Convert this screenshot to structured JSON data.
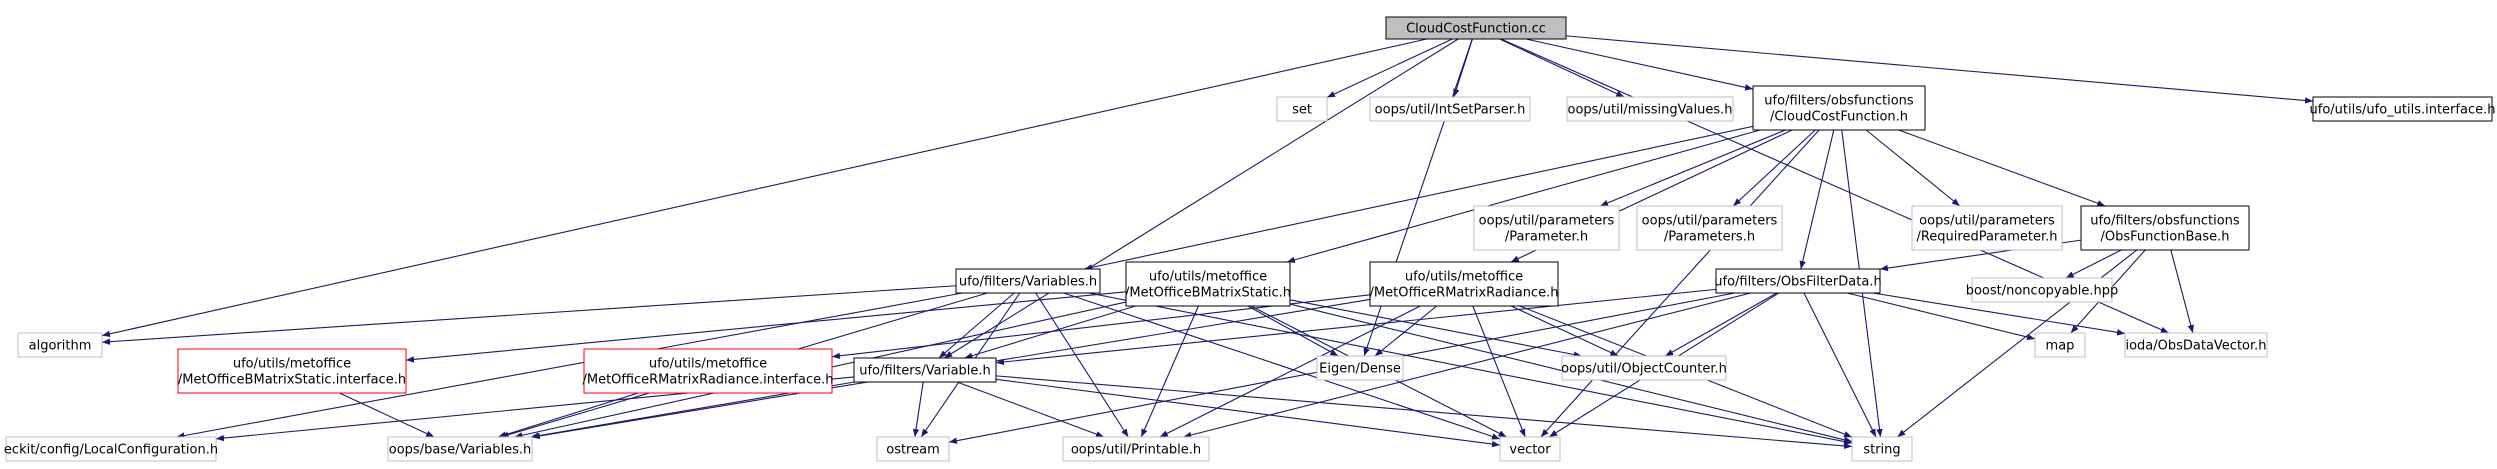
{
  "diagram": {
    "nodes": [
      {
        "id": "root",
        "lines": [
          "CloudCostFunction.cc"
        ],
        "style": "root"
      },
      {
        "id": "set",
        "lines": [
          "set"
        ],
        "style": "gray"
      },
      {
        "id": "intset",
        "lines": [
          "oops/util/IntSetParser.h"
        ],
        "style": "gray"
      },
      {
        "id": "missing",
        "lines": [
          "oops/util/missingValues.h"
        ],
        "style": "gray"
      },
      {
        "id": "ccf",
        "lines": [
          "ufo/filters/obsfunctions",
          "/CloudCostFunction.h"
        ],
        "style": "black"
      },
      {
        "id": "ufoutils",
        "lines": [
          "ufo/utils/ufo_utils.interface.h"
        ],
        "style": "black"
      },
      {
        "id": "param",
        "lines": [
          "oops/util/parameters",
          "/Parameter.h"
        ],
        "style": "gray"
      },
      {
        "id": "params",
        "lines": [
          "oops/util/parameters",
          "/Parameters.h"
        ],
        "style": "gray"
      },
      {
        "id": "reqparam",
        "lines": [
          "oops/util/parameters",
          "/RequiredParameter.h"
        ],
        "style": "gray"
      },
      {
        "id": "ofb",
        "lines": [
          "ufo/filters/obsfunctions",
          "/ObsFunctionBase.h"
        ],
        "style": "black"
      },
      {
        "id": "noncopy",
        "lines": [
          "boost/noncopyable.hpp"
        ],
        "style": "gray"
      },
      {
        "id": "variables",
        "lines": [
          "ufo/filters/Variables.h"
        ],
        "style": "black"
      },
      {
        "id": "bstatic",
        "lines": [
          "ufo/utils/metoffice",
          "/MetOfficeBMatrixStatic.h"
        ],
        "style": "black"
      },
      {
        "id": "rrad",
        "lines": [
          "ufo/utils/metoffice",
          "/MetOfficeRMatrixRadiance.h"
        ],
        "style": "black"
      },
      {
        "id": "ofd",
        "lines": [
          "ufo/filters/ObsFilterData.h"
        ],
        "style": "black"
      },
      {
        "id": "algorithm",
        "lines": [
          "algorithm"
        ],
        "style": "gray"
      },
      {
        "id": "bstaticif",
        "lines": [
          "ufo/utils/metoffice",
          "/MetOfficeBMatrixStatic.interface.h"
        ],
        "style": "red"
      },
      {
        "id": "rradif",
        "lines": [
          "ufo/utils/metoffice",
          "/MetOfficeRMatrixRadiance.interface.h"
        ],
        "style": "red"
      },
      {
        "id": "variable",
        "lines": [
          "ufo/filters/Variable.h"
        ],
        "style": "black"
      },
      {
        "id": "eigen",
        "lines": [
          "Eigen/Dense"
        ],
        "style": "gray"
      },
      {
        "id": "objcounter",
        "lines": [
          "oops/util/ObjectCounter.h"
        ],
        "style": "gray"
      },
      {
        "id": "map",
        "lines": [
          "map"
        ],
        "style": "gray"
      },
      {
        "id": "iodaovec",
        "lines": [
          "ioda/ObsDataVector.h"
        ],
        "style": "gray"
      },
      {
        "id": "eckit",
        "lines": [
          "eckit/config/LocalConfiguration.h"
        ],
        "style": "gray"
      },
      {
        "id": "oopsvars",
        "lines": [
          "oops/base/Variables.h"
        ],
        "style": "gray"
      },
      {
        "id": "ostream",
        "lines": [
          "ostream"
        ],
        "style": "gray"
      },
      {
        "id": "printable",
        "lines": [
          "oops/util/Printable.h"
        ],
        "style": "gray"
      },
      {
        "id": "vector",
        "lines": [
          "vector"
        ],
        "style": "gray"
      },
      {
        "id": "string",
        "lines": [
          "string"
        ],
        "style": "gray"
      }
    ],
    "edges": [
      [
        "root",
        "set"
      ],
      [
        "root",
        "intset"
      ],
      [
        "root",
        "missing"
      ],
      [
        "root",
        "ccf"
      ],
      [
        "root",
        "ufoutils"
      ],
      [
        "root",
        "algorithm"
      ],
      [
        "root",
        "variable"
      ],
      [
        "root",
        "eigen"
      ],
      [
        "root",
        "iodaovec"
      ],
      [
        "ccf",
        "param"
      ],
      [
        "ccf",
        "params"
      ],
      [
        "ccf",
        "reqparam"
      ],
      [
        "ccf",
        "ofb"
      ],
      [
        "ccf",
        "variables"
      ],
      [
        "ccf",
        "bstatic"
      ],
      [
        "ccf",
        "rrad"
      ],
      [
        "ccf",
        "ofd"
      ],
      [
        "ccf",
        "vector"
      ],
      [
        "ccf",
        "string"
      ],
      [
        "ofb",
        "noncopy"
      ],
      [
        "ofb",
        "ofd"
      ],
      [
        "ofb",
        "map"
      ],
      [
        "ofb",
        "iodaovec"
      ],
      [
        "ofb",
        "string"
      ],
      [
        "variables",
        "algorithm"
      ],
      [
        "variables",
        "variable"
      ],
      [
        "variables",
        "eckit"
      ],
      [
        "variables",
        "oopsvars"
      ],
      [
        "variables",
        "printable"
      ],
      [
        "variables",
        "vector"
      ],
      [
        "variables",
        "string"
      ],
      [
        "variables",
        "ostream"
      ],
      [
        "bstatic",
        "bstaticif"
      ],
      [
        "bstatic",
        "variable"
      ],
      [
        "bstatic",
        "eigen"
      ],
      [
        "bstatic",
        "objcounter"
      ],
      [
        "bstatic",
        "oopsvars"
      ],
      [
        "bstatic",
        "printable"
      ],
      [
        "bstatic",
        "vector"
      ],
      [
        "bstatic",
        "string"
      ],
      [
        "rrad",
        "rradif"
      ],
      [
        "rrad",
        "eigen"
      ],
      [
        "rrad",
        "objcounter"
      ],
      [
        "rrad",
        "oopsvars"
      ],
      [
        "rrad",
        "printable"
      ],
      [
        "rrad",
        "vector"
      ],
      [
        "rrad",
        "string"
      ],
      [
        "ofd",
        "variable"
      ],
      [
        "ofd",
        "objcounter"
      ],
      [
        "ofd",
        "map"
      ],
      [
        "ofd",
        "iodaovec"
      ],
      [
        "ofd",
        "ostream"
      ],
      [
        "ofd",
        "printable"
      ],
      [
        "ofd",
        "vector"
      ],
      [
        "ofd",
        "string"
      ],
      [
        "bstaticif",
        "oopsvars"
      ],
      [
        "rradif",
        "oopsvars"
      ],
      [
        "variable",
        "eckit"
      ],
      [
        "variable",
        "oopsvars"
      ],
      [
        "variable",
        "ostream"
      ],
      [
        "variable",
        "printable"
      ],
      [
        "variable",
        "vector"
      ],
      [
        "variable",
        "string"
      ]
    ]
  },
  "colors": {
    "edge": "#191970",
    "root_fill": "#bfbfbf",
    "black_border": "#000000",
    "gray_border": "#bfbfbf",
    "red_border": "#ff0000"
  }
}
